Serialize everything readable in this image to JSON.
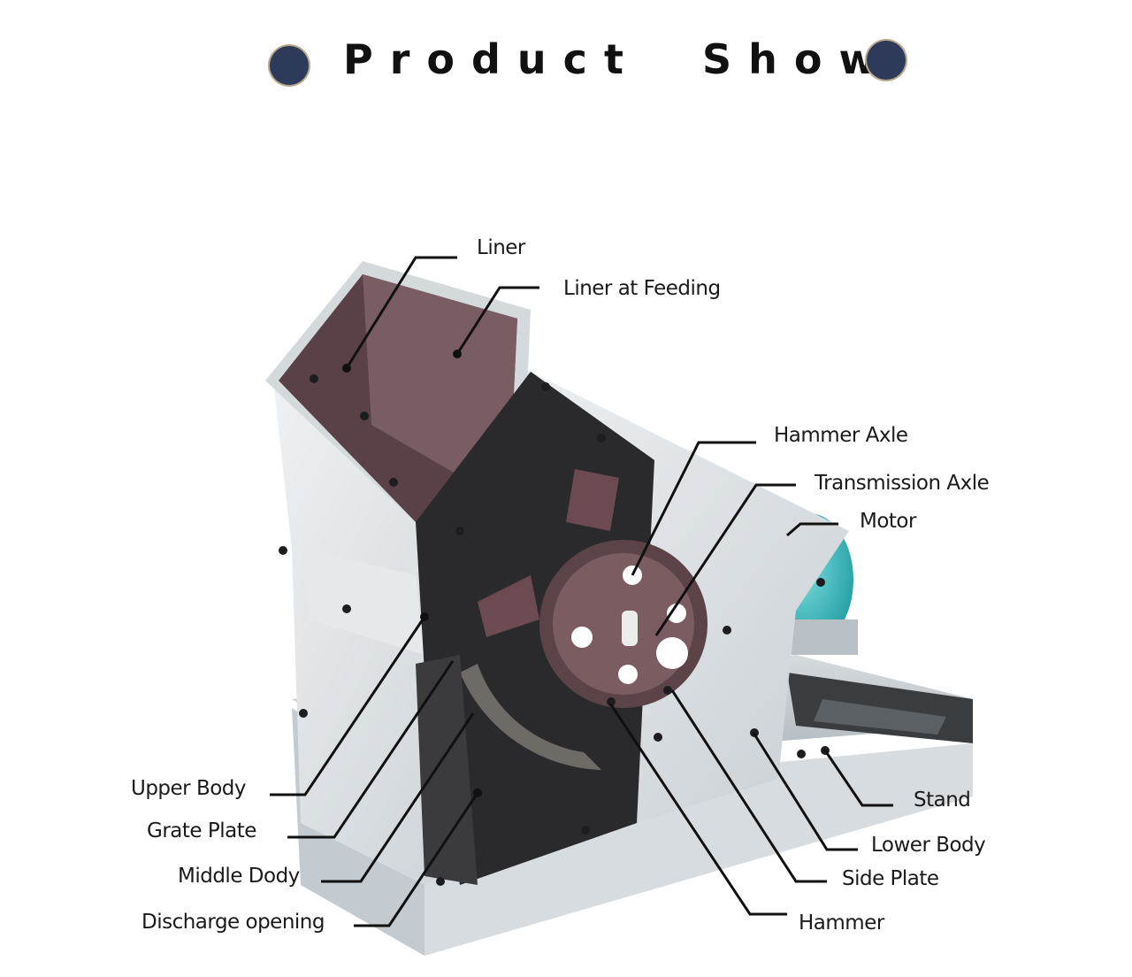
{
  "header": {
    "title": "Product  Show"
  },
  "labels": {
    "liner": "Liner",
    "liner_at_feeding": "Liner at Feeding",
    "hammer_axle": "Hammer Axle",
    "transmission_axle": "Transmission Axle",
    "motor": "Motor",
    "upper_body": "Upper Body",
    "grate_plate": "Grate Plate",
    "middle_dody": "Middle Dody",
    "discharge_opening": "Discharge opening",
    "stand": "Stand",
    "lower_body": "Lower Body",
    "side_plate": "Side Plate",
    "hammer": "Hammer"
  },
  "colors": {
    "dot": "#2e3a5a",
    "steel": "#dfe3e6",
    "liner": "#6a4f55",
    "motor": "#2ab3b8"
  }
}
